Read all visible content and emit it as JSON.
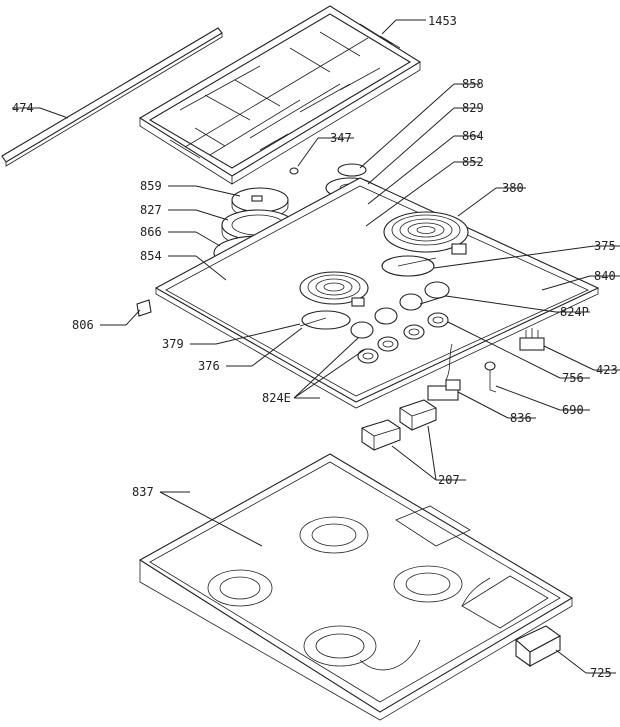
{
  "diagram": {
    "labels": {
      "p1453": "1453",
      "p474": "474",
      "p858": "858",
      "p829": "829",
      "p347": "347",
      "p864": "864",
      "p852": "852",
      "p380": "380",
      "p859": "859",
      "p827": "827",
      "p866": "866",
      "p854": "854",
      "p375": "375",
      "p840": "840",
      "p806": "806",
      "p824P": "824P",
      "p379": "379",
      "p423": "423",
      "p376": "376",
      "p756": "756",
      "p824E": "824E",
      "p690": "690",
      "p836": "836",
      "p207": "207",
      "p837": "837",
      "p725": "725"
    }
  }
}
